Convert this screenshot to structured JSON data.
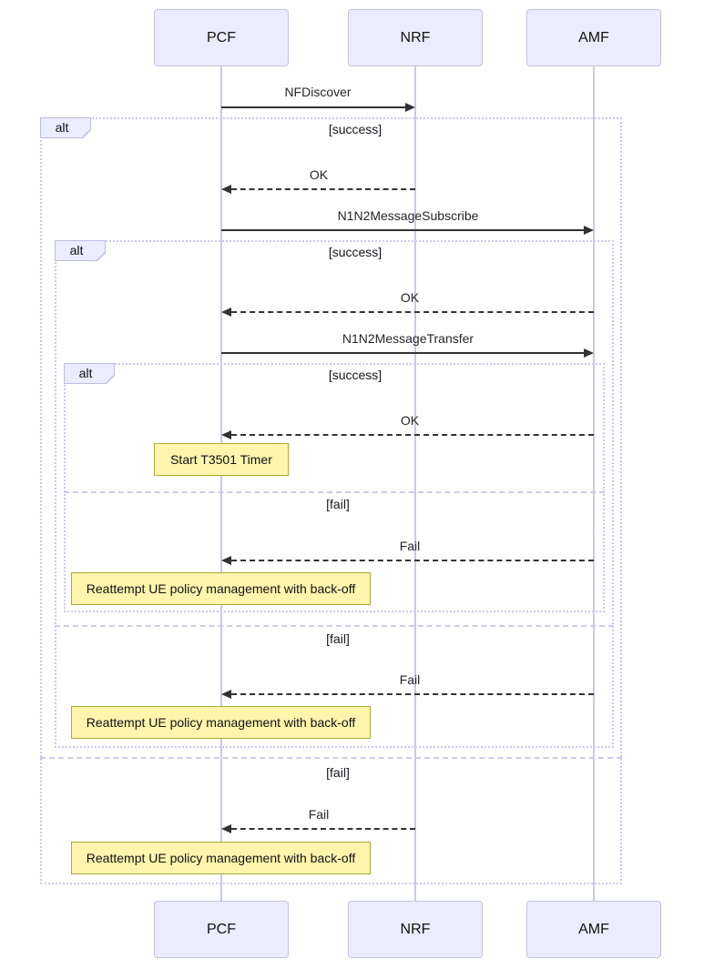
{
  "seq": {
    "diagram_type": "sequence",
    "participants": [
      {
        "id": "PCF",
        "label": "PCF"
      },
      {
        "id": "NRF",
        "label": "NRF"
      },
      {
        "id": "AMF",
        "label": "AMF"
      }
    ],
    "messages": [
      {
        "label": "NFDiscover",
        "from": "PCF",
        "to": "NRF",
        "style": "solid"
      },
      {
        "label": "OK",
        "from": "NRF",
        "to": "PCF",
        "style": "dotted"
      },
      {
        "label": "N1N2MessageSubscribe",
        "from": "PCF",
        "to": "AMF",
        "style": "solid"
      },
      {
        "label": "OK",
        "from": "AMF",
        "to": "PCF",
        "style": "dotted"
      },
      {
        "label": "N1N2MessageTransfer",
        "from": "PCF",
        "to": "AMF",
        "style": "solid"
      },
      {
        "label": "OK",
        "from": "AMF",
        "to": "PCF",
        "style": "dotted"
      },
      {
        "label": "Fail",
        "from": "AMF",
        "to": "PCF",
        "style": "dotted"
      },
      {
        "label": "Fail",
        "from": "AMF",
        "to": "PCF",
        "style": "dotted"
      },
      {
        "label": "Fail",
        "from": "NRF",
        "to": "PCF",
        "style": "dotted"
      }
    ],
    "frames": [
      {
        "label": "alt",
        "sections": [
          {
            "condition": "[success]"
          },
          {
            "condition": "[fail]"
          }
        ]
      },
      {
        "label": "alt",
        "sections": [
          {
            "condition": "[success]"
          },
          {
            "condition": "[fail]"
          }
        ]
      },
      {
        "label": "alt",
        "sections": [
          {
            "condition": "[success]"
          },
          {
            "condition": "[fail]"
          }
        ]
      }
    ],
    "notes": [
      {
        "text": "Start T3501 Timer",
        "over": "PCF"
      },
      {
        "text": "Reattempt UE policy management with back-off",
        "over": "PCF"
      },
      {
        "text": "Reattempt UE policy management with back-off",
        "over": "PCF"
      },
      {
        "text": "Reattempt UE policy management with back-off",
        "over": "PCF"
      }
    ],
    "colors": {
      "actor_fill": "#ECECFF",
      "actor_border": "#c2c2e0",
      "lifeline": "#c9c9e8",
      "frame_border": "#cacaf0",
      "frame_label_fill": "#ECECFF",
      "note_fill": "#FFF5AD",
      "note_border": "#AAAA33",
      "message_color": "#333333"
    }
  }
}
